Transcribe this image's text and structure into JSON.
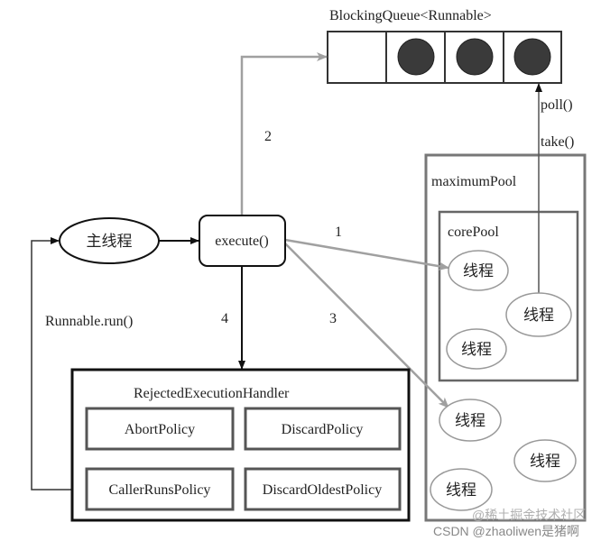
{
  "queue": {
    "label": "BlockingQueue<Runnable>"
  },
  "main_thread": {
    "label": "主线程"
  },
  "execute": {
    "label": "execute()"
  },
  "max_pool": {
    "label": "maximumPool",
    "threads": [
      "线程",
      "线程",
      "线程"
    ]
  },
  "core_pool": {
    "label": "corePool",
    "threads": [
      "线程",
      "线程",
      "线程"
    ]
  },
  "handler": {
    "label": "RejectedExecutionHandler",
    "policies": [
      "AbortPolicy",
      "DiscardPolicy",
      "CallerRunsPolicy",
      "DiscardOldestPolicy"
    ]
  },
  "edges": {
    "step1": "1",
    "step2": "2",
    "step3": "3",
    "step4": "4",
    "poll": "poll()",
    "take": "take()",
    "run": "Runnable.run()"
  },
  "watermark": {
    "line1": "@稀土掘金技术社区",
    "line2": "CSDN @zhaoliwen是猪啊"
  },
  "colors": {
    "black": "#111111",
    "gray": "#a0a0a0",
    "box": "#555555"
  }
}
